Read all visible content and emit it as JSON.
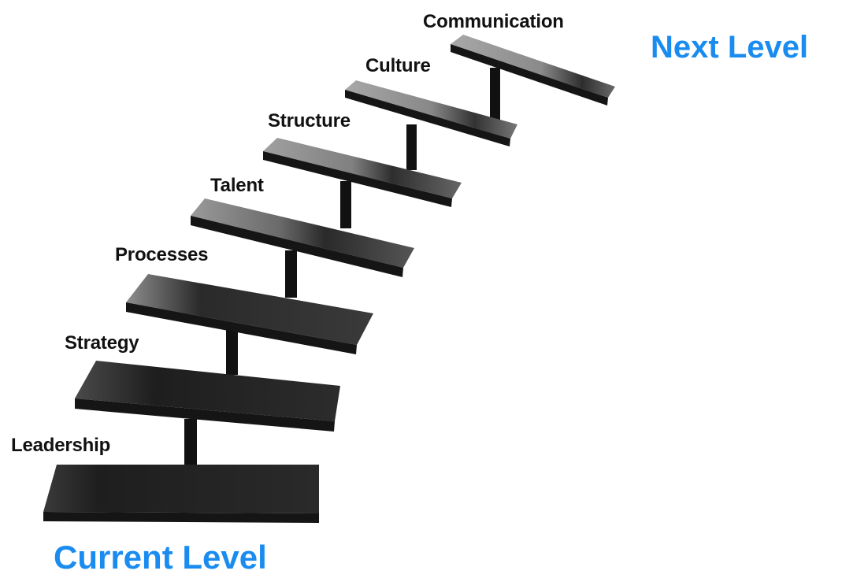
{
  "diagram": {
    "next_level_label": "Next Level",
    "current_level_label": "Current Level",
    "steps": [
      {
        "label": "Leadership"
      },
      {
        "label": "Strategy"
      },
      {
        "label": "Processes"
      },
      {
        "label": "Talent"
      },
      {
        "label": "Structure"
      },
      {
        "label": "Culture"
      },
      {
        "label": "Communication"
      }
    ]
  },
  "colors": {
    "accent": "#1a8cf0",
    "step_light": "#8c8c8c",
    "step_dark": "#1c1c1c",
    "post": "#111111"
  }
}
